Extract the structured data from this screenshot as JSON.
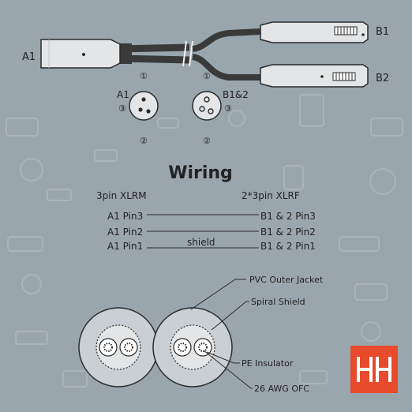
{
  "connectors": {
    "a1_label": "A1",
    "b1_label": "B1",
    "b2_label": "B2",
    "male_label": "A1",
    "female_label": "B1&2",
    "pin1": "①",
    "pin2": "②",
    "pin3": "③"
  },
  "wiring": {
    "title": "Wiring",
    "left_header": "3pin XLRM",
    "right_header": "2*3pin XLRF",
    "rows": [
      {
        "left": "A1 Pin3",
        "right": "B1 & 2 Pin3",
        "mid": ""
      },
      {
        "left": "A1 Pin2",
        "right": "B1 & 2 Pin2",
        "mid": ""
      },
      {
        "left": "A1 Pin1",
        "right": "B1 & 2 Pin1",
        "mid": "shield"
      }
    ]
  },
  "cross_section": {
    "labels": [
      "PVC Outer Jacket",
      "Spiral Shield",
      "PE Insulator",
      "26 AWG OFC"
    ]
  },
  "brand": {
    "logo_icon": "hosa-logo-icon",
    "color": "#e84a2c"
  },
  "colors": {
    "background": "#9aa6ae",
    "connector_body": "#e3e5e6",
    "outline": "#2b2b2b",
    "cable": "#3a3a3a"
  }
}
